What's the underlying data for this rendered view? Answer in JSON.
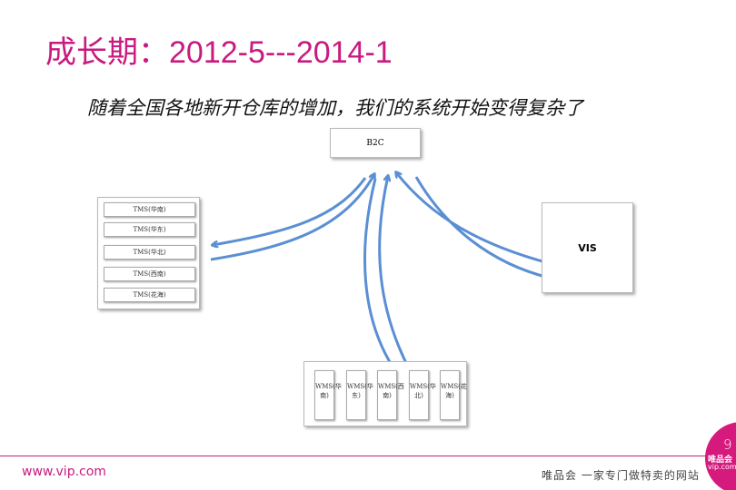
{
  "title": "成长期：2012-5---2014-1",
  "subtitle": "随着全国各地新开仓库的增加，我们的系统开始变得复杂了",
  "diagram": {
    "b2c": "B2C",
    "vis": "VIS",
    "tms": [
      "TMS(华南)",
      "TMS(华东)",
      "TMS(华北)",
      "TMS(西南)",
      "TMS(花海)"
    ],
    "wms": [
      "WMS(华南)",
      "WMS(华东)",
      "WMS(西南)",
      "WMS(华北)",
      "WMS(花海)"
    ]
  },
  "footer": {
    "url": "www.vip.com",
    "slogan": "唯品会 一家专门做特卖的网站",
    "page_number": "9",
    "logo_text": "唯品会",
    "logo_url": "vip.com"
  },
  "colors": {
    "accent": "#c81a7f",
    "arrow": "#5b8fd3"
  }
}
